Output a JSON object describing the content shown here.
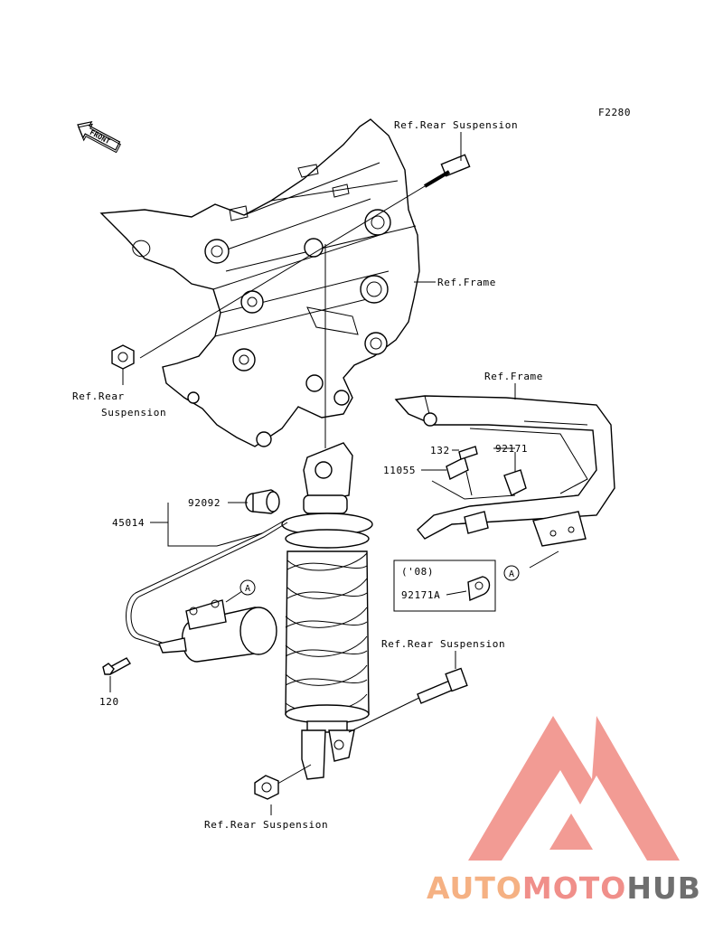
{
  "diagram": {
    "code": "F2280",
    "front_label": "FRONT",
    "labels": {
      "ref_rear_susp_top": "Ref.Rear Suspension",
      "ref_frame_1": "Ref.Frame",
      "ref_frame_2": "Ref.Frame",
      "ref_rear_line1": "Ref.Rear",
      "ref_rear_line2": "Suspension",
      "part_132": "132",
      "part_92171": "92171",
      "part_11055": "11055",
      "part_92092": "92092",
      "part_45014": "45014",
      "year_note": "('08)",
      "part_92171a": "92171A",
      "ref_rear_susp_mid": "Ref.Rear Suspension",
      "part_120": "120",
      "ref_rear_susp_bottom": "Ref.Rear Suspension",
      "marker_a": "A"
    }
  },
  "watermark": {
    "part1": "AUTO",
    "part2": "MOTO",
    "part3": "HUB",
    "colors": {
      "auto": "#f5b183",
      "moto": "#f08f8a",
      "hub": "#6f6f6f",
      "logo": "#f08a82"
    }
  }
}
